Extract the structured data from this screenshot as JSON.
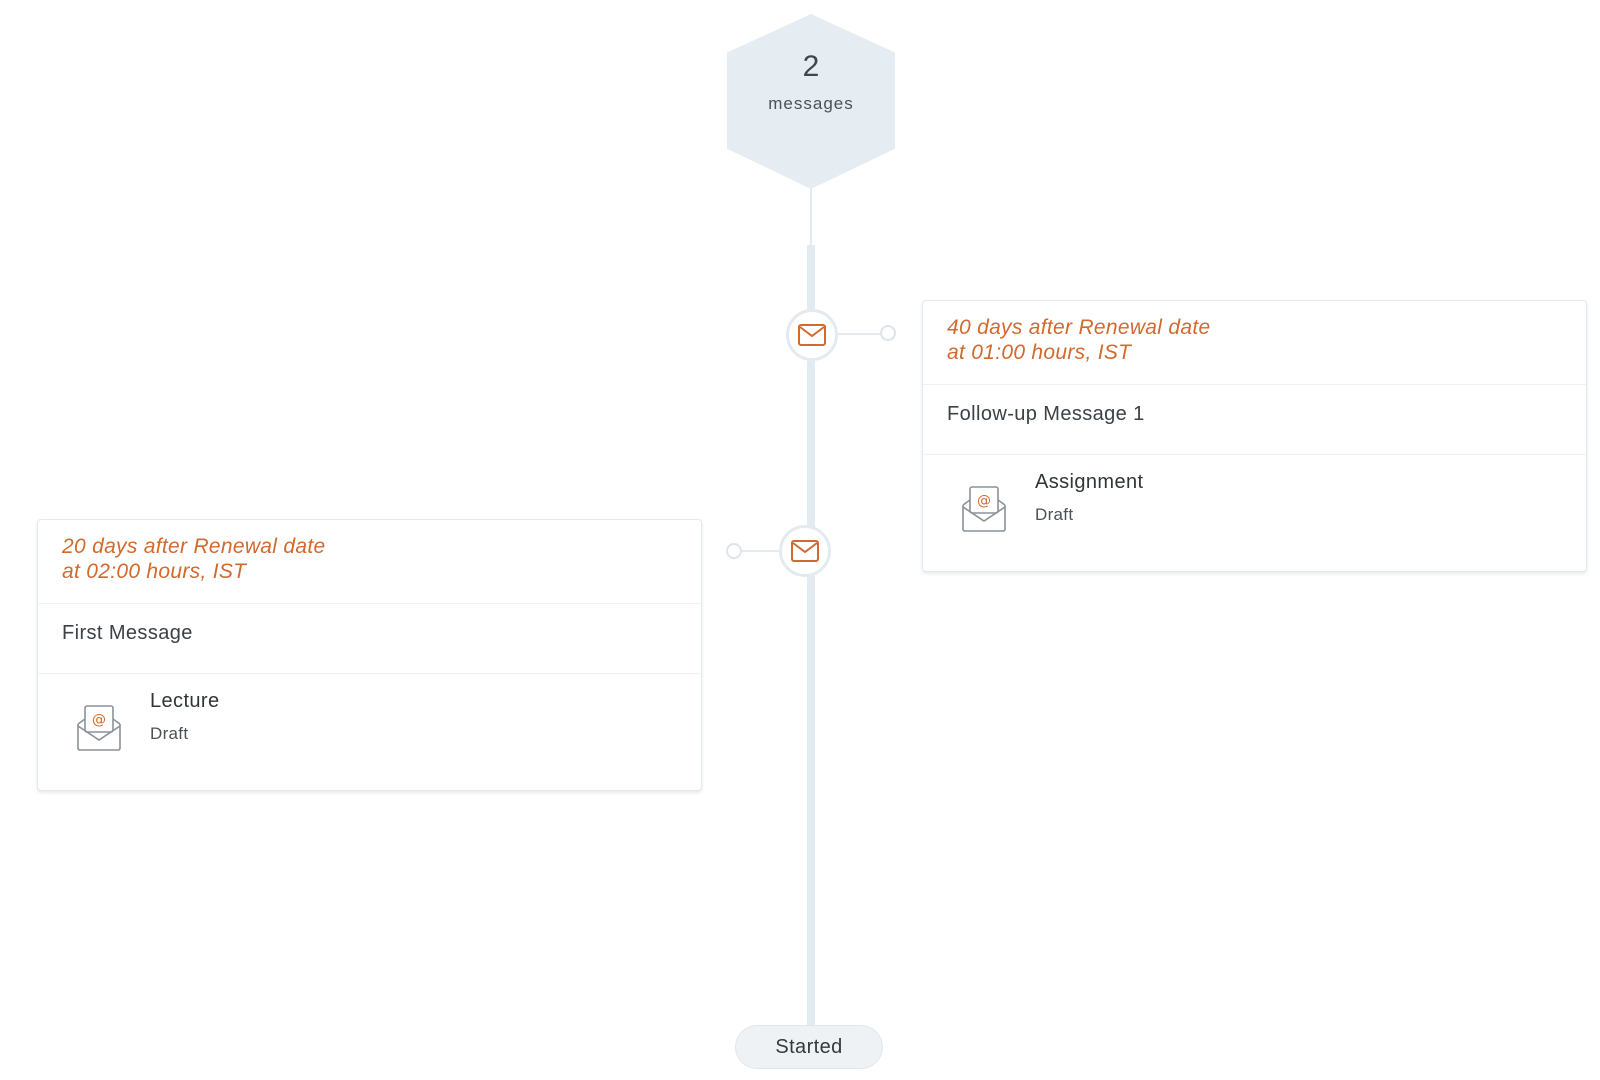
{
  "summary": {
    "count": "2",
    "label": "messages"
  },
  "messages": [
    {
      "schedule_line1": "40  days after Renewal date",
      "schedule_line2": "at  01:00 hours, IST",
      "title": "Follow-up Message 1",
      "name": "Assignment",
      "status": "Draft",
      "icon": "envelope-at-icon"
    },
    {
      "schedule_line1": "20  days after Renewal date",
      "schedule_line2": "at  02:00 hours, IST",
      "title": "First Message",
      "name": "Lecture",
      "status": "Draft",
      "icon": "envelope-at-icon"
    }
  ],
  "timeline": {
    "start_label": "Started",
    "node_icon": "mail-icon"
  },
  "colors": {
    "accent": "#d2692d",
    "line": "#e4ebf0",
    "hexagon": "#e5edf2",
    "text": "#3a4147"
  }
}
